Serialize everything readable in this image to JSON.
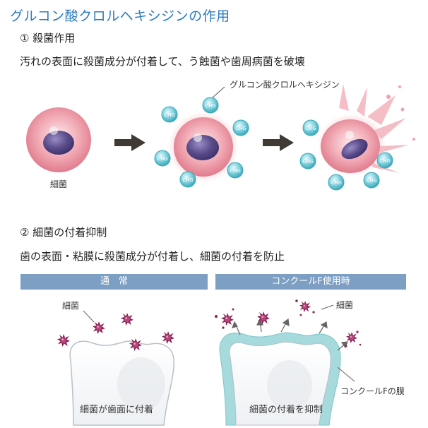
{
  "title": "グルコン酸クロルヘキシジンの作用",
  "section1": {
    "heading": "① 殺菌作用",
    "description": "汚れの表面に殺菌成分が付着して、う蝕菌や歯周病菌を破壊",
    "chg_callout": "グルコン酸クロルヘキシジン",
    "bacteria_label": "細菌",
    "molecule_label": "CHG"
  },
  "section2": {
    "heading": "② 細菌の付着抑制",
    "description": "歯の表面・粘膜に殺菌成分が付着し、細菌の付着を防止",
    "panel_left": {
      "bar_label": "通　常",
      "bacteria_label": "細菌",
      "caption": "細菌が歯面に付着"
    },
    "panel_right": {
      "bar_label": "コンクールF使用時",
      "bacteria_label": "細菌",
      "membrane_label": "コンクールFの膜",
      "caption": "細菌の付着を抑制"
    }
  },
  "colors": {
    "title_blue": "#2b7bc0",
    "bar_blue": "#7e9fc4",
    "cell_pink": "#e98a98",
    "nucleus_purple": "#5a4c8a",
    "chg_teal": "#4fb8c8",
    "arrow_dark": "#3f3a33",
    "bacteria_magenta": "#8a2455",
    "membrane_teal": "#9fd7d9"
  }
}
